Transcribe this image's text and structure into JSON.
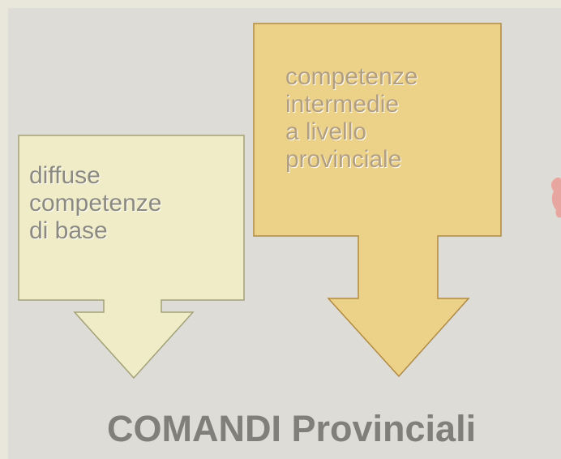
{
  "boxes": {
    "left": {
      "lines": [
        "diffuse",
        "competenze",
        "di base"
      ],
      "fill": "#efecc7",
      "stroke": "#a3a277"
    },
    "right": {
      "lines": [
        "competenze",
        "intermedie",
        "a livello",
        "provinciale"
      ],
      "fill": "#ecd189",
      "stroke": "#b28b41"
    }
  },
  "footer": {
    "title": "COMANDI Provinciali"
  },
  "colors": {
    "page_border": "#e9e6dc",
    "slide_background": "#dddcd6",
    "text_gray": "#8c8a7f",
    "title_gray": "#807f7b",
    "partial_shape_pink": "#e8a6a0"
  }
}
